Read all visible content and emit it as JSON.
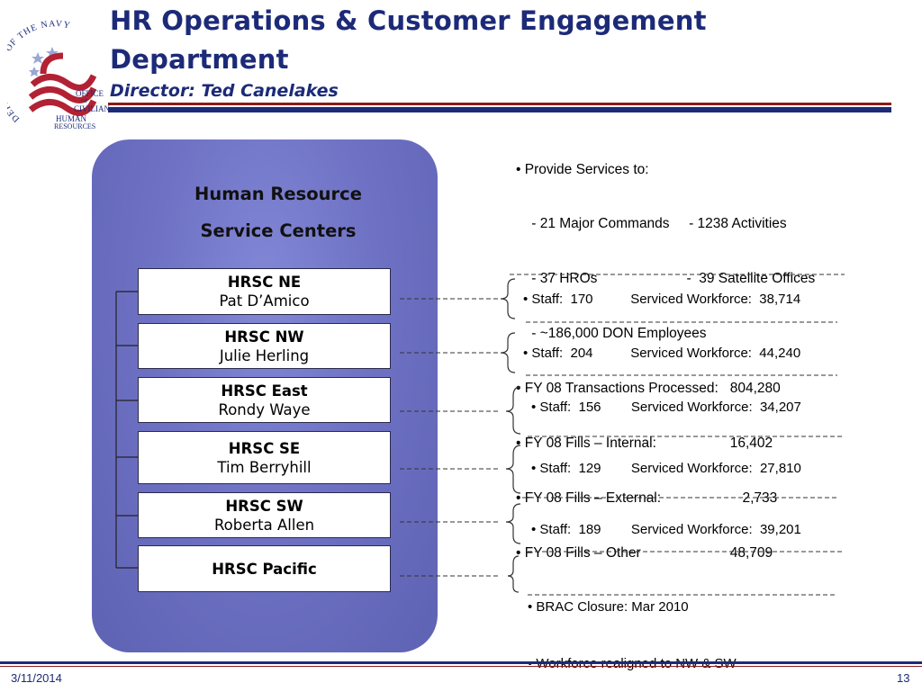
{
  "logo": {
    "ring_text": "DEPARTMENT OF THE NAVY",
    "office_lines": [
      "OFFICE",
      "OF",
      "CIVILIAN",
      "HUMAN",
      "RESOURCES"
    ]
  },
  "header": {
    "title_line1": "HR Operations & Customer Engagement",
    "title_line2": "Department",
    "subtitle": "Director:  Ted Canelakes"
  },
  "panel": {
    "title_line1": "Human Resource",
    "title_line2": "Service Centers"
  },
  "centers": [
    {
      "name": "HRSC NE",
      "director": "Pat D’Amico"
    },
    {
      "name": "HRSC NW",
      "director": "Julie Herling"
    },
    {
      "name": "HRSC East",
      "director": "Rondy Waye"
    },
    {
      "name": "HRSC SE",
      "director": "Tim Berryhill"
    },
    {
      "name": "HRSC SW",
      "director": "Roberta Allen"
    },
    {
      "name": "HRSC Pacific",
      "director": ""
    }
  ],
  "summary": {
    "lines": [
      "• Provide Services to:",
      "    - 21 Major Commands     - 1238 Activities",
      "    - 37 HROs                       -  39 Satellite Offices",
      "    - ~186,000 DON Employees",
      "• FY 08 Transactions Processed:   804,280",
      "• FY 08 Fills – Internal:                   16,402",
      "• FY 08 Fills – External:                     2,733",
      "• FY 08 Fills – Other                       48,709"
    ]
  },
  "staff_rows": [
    {
      "text": "• Staff:  170          Serviced Workforce:  38,714"
    },
    {
      "text": "• Staff:  204          Serviced Workforce:  44,240"
    },
    {
      "text": "• Staff:  156        Serviced Workforce:  34,207"
    },
    {
      "text": "• Staff:  129        Serviced Workforce:  27,810"
    },
    {
      "text": "• Staff:  189        Serviced Workforce:  39,201"
    }
  ],
  "pacific_notes": [
    "• BRAC Closure: Mar 2010",
    "• Workforce realigned to NW & SW"
  ],
  "footer": {
    "date": "3/11/2014",
    "page_number": "13"
  },
  "colors": {
    "navy": "#1c2a78",
    "rule_red": "#8b1a1a",
    "panel_blue": "#6f72c4"
  }
}
